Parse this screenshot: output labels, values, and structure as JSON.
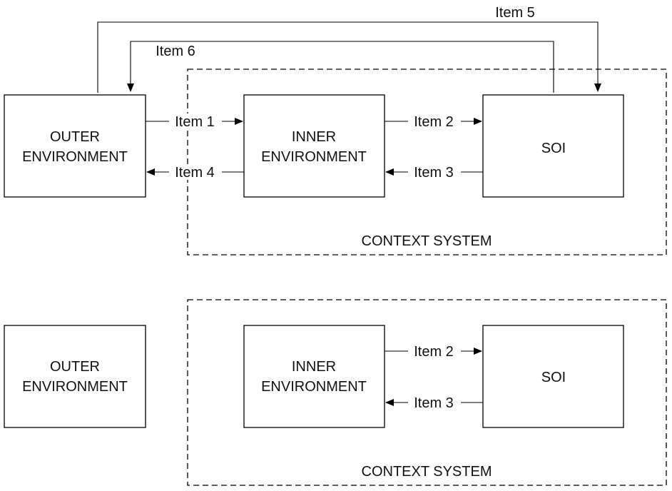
{
  "top": {
    "outer_line1": "OUTER",
    "outer_line2": "ENVIRONMENT",
    "inner_line1": "INNER",
    "inner_line2": "ENVIRONMENT",
    "soi": "SOI",
    "context": "CONTEXT SYSTEM",
    "item1": "Item 1",
    "item2": "Item 2",
    "item3": "Item 3",
    "item4": "Item 4",
    "item5": "Item 5",
    "item6": "Item 6"
  },
  "bottom": {
    "outer_line1": "OUTER",
    "outer_line2": "ENVIRONMENT",
    "inner_line1": "INNER",
    "inner_line2": "ENVIRONMENT",
    "soi": "SOI",
    "context": "CONTEXT SYSTEM",
    "item2": "Item 2",
    "item3": "Item 3"
  }
}
